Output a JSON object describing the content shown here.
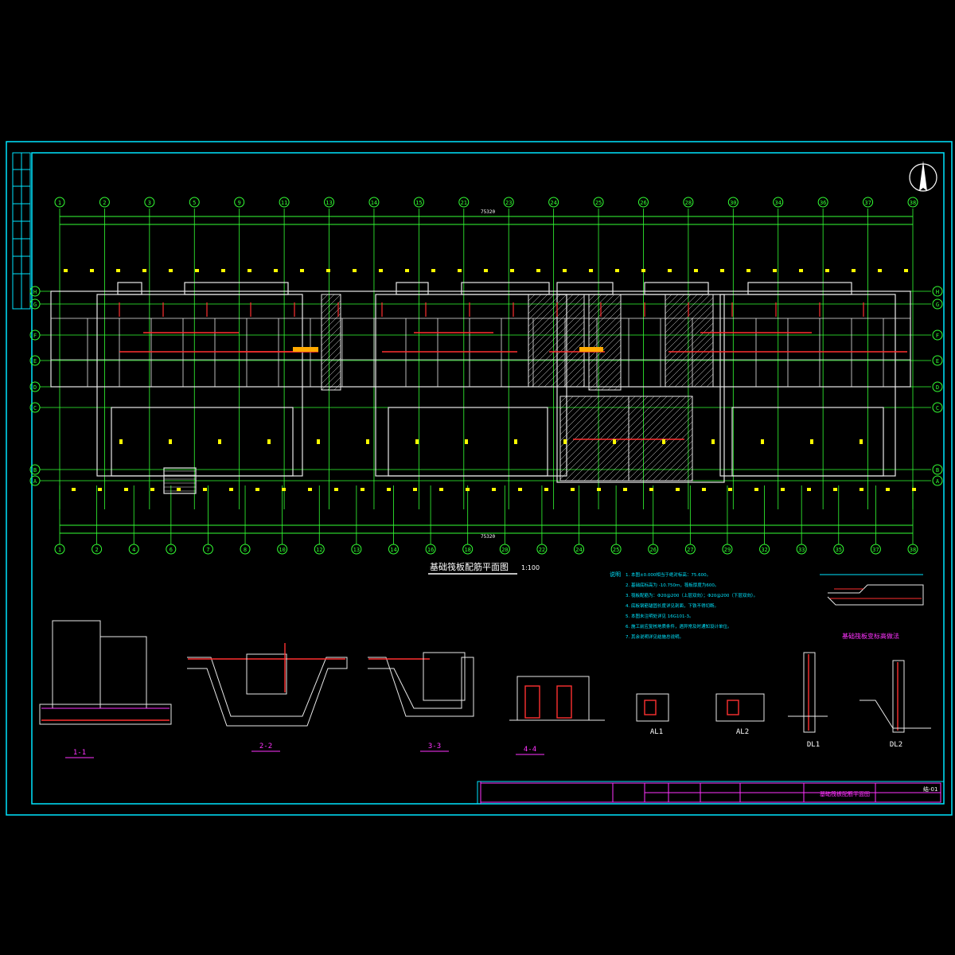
{
  "sheet": {
    "title": "基础筏板配筋平面图",
    "scale_note": "1:100",
    "colors": {
      "background": "#000000",
      "frame": "#00e5ff",
      "axis": "#33ff33",
      "wall": "#e8e8e8",
      "rebar": "#ff3030",
      "dim": "#ffff00",
      "text": "#ffffff",
      "magenta": "#ff33ff"
    }
  },
  "axes": {
    "top_labels": [
      "1",
      "2",
      "3",
      "5",
      "9",
      "11",
      "13",
      "14",
      "15",
      "21",
      "23",
      "24",
      "25",
      "26",
      "28",
      "30",
      "34",
      "36",
      "37",
      "38"
    ],
    "bottom_labels": [
      "1",
      "2",
      "4",
      "6",
      "7",
      "8",
      "10",
      "12",
      "13",
      "14",
      "16",
      "18",
      "20",
      "22",
      "24",
      "25",
      "26",
      "27",
      "29",
      "32",
      "33",
      "35",
      "37",
      "38"
    ],
    "side_labels": [
      "H",
      "G",
      "F",
      "E",
      "D",
      "C",
      "B",
      "A"
    ],
    "total_dim": "75320"
  },
  "notes": {
    "heading": "说明",
    "items": [
      "1. 本图±0.000相当于绝对标高：75.600。",
      "2. 基础底标高为 -10.750m，筏板厚度为600。",
      "3. 筏板配筋为：Φ20@200（上层双向）；Φ20@200（下层双向）。",
      "4. 底板钢筋锚固长度详见剖面，下铁不得切断。",
      "5. 本图未注明处详见 16G101-3。",
      "6. 施工前应复核地质条件，遇异常及时通知设计单位。",
      "7. 其余说明详见结施总说明。"
    ]
  },
  "sections": [
    {
      "label": "1-1"
    },
    {
      "label": "2-2"
    },
    {
      "label": "3-3"
    },
    {
      "label": "4-4"
    },
    {
      "label": "AL1"
    },
    {
      "label": "AL2"
    },
    {
      "label": "DL1"
    },
    {
      "label": "DL2"
    }
  ],
  "detail_title": "基础筏板变标高做法",
  "title_block": {
    "project_tag": "基础筏板配筋平面图",
    "drawing_no": "结-01"
  }
}
